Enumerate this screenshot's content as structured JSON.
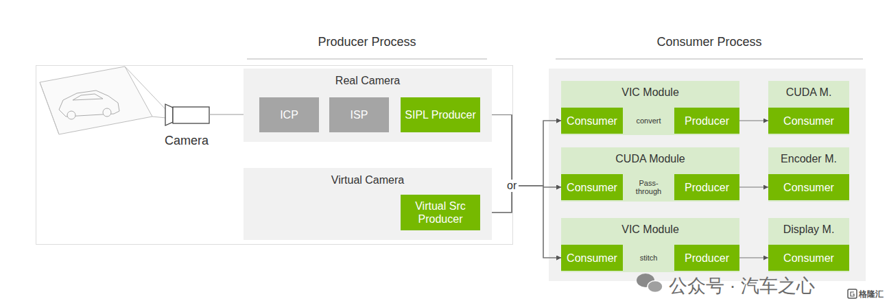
{
  "diagram": {
    "nodes": [
      {
        "text": [
          "Real Camera"
        ]
      },
      {
        "text": [
          "ICP"
        ],
        "in": 0
      },
      {
        "text": [
          "ISP"
        ],
        "in": 0
      },
      {
        "text": [
          "SIPL Producer"
        ],
        "in": 0
      },
      {
        "text": [
          "Virtual Camera"
        ]
      },
      {
        "text": [
          "Virtual Src Producer"
        ],
        "in": 4
      },
      {
        "text": [
          "VIC Module",
          "convert"
        ]
      },
      {
        "text": [
          "Consumer"
        ],
        "in": 6
      },
      {
        "text": [
          "Producer"
        ],
        "in": 6
      },
      {
        "text": [
          "CUDA M."
        ]
      },
      {
        "text": [
          "Consumer"
        ],
        "in": 9
      },
      {
        "text": [
          "CUDA Module",
          "Pass-through"
        ]
      },
      {
        "text": [
          "Consumer"
        ],
        "in": 11
      },
      {
        "text": [
          "Producer"
        ],
        "in": 11
      },
      {
        "text": [
          "Encoder M."
        ]
      },
      {
        "text": [
          "Consumer"
        ],
        "in": 14
      },
      {
        "text": [
          "VIC Module",
          "stitch"
        ]
      },
      {
        "text": [
          "Consumer"
        ],
        "in": 16
      },
      {
        "text": [
          "Producer"
        ],
        "in": 16
      },
      {
        "text": [
          "Display M."
        ]
      },
      {
        "text": [
          "Consumer"
        ],
        "in": 19
      }
    ],
    "edges": [
      {
        "from": 1,
        "to": 2,
        "arrow": "to"
      },
      {
        "from": 2,
        "to": 3,
        "arrow": "to"
      },
      {
        "from": 3,
        "to": 7,
        "arrow": "to"
      },
      {
        "from": 3,
        "to": 12,
        "arrow": "to"
      },
      {
        "from": 3,
        "to": 17,
        "arrow": "to"
      },
      {
        "from": 5,
        "to": 7,
        "arrow": "to"
      },
      {
        "from": 5,
        "to": 12,
        "arrow": "to"
      },
      {
        "from": 5,
        "to": 17,
        "arrow": "to"
      },
      {
        "from": 8,
        "to": 10,
        "arrow": "to"
      },
      {
        "from": 13,
        "to": 15,
        "arrow": "to"
      },
      {
        "from": 18,
        "to": 20,
        "arrow": "to"
      }
    ],
    "labels": [
      "Producer Process",
      "Consumer Process",
      "Camera",
      "or",
      "公众号 · 汽车之心",
      "格隆汇"
    ]
  }
}
